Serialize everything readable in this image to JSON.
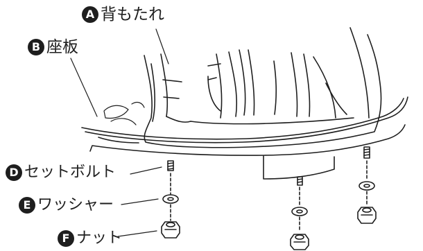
{
  "labels": {
    "a": {
      "letter": "A",
      "text": "背もたれ"
    },
    "b": {
      "letter": "B",
      "text": "座板"
    },
    "d": {
      "letter": "D",
      "text": "セットボルト"
    },
    "e": {
      "letter": "E",
      "text": "ワッシャー"
    },
    "f": {
      "letter": "F",
      "text": "ナット"
    }
  },
  "colors": {
    "ink": "#1e1e1e",
    "background": "#ffffff"
  }
}
